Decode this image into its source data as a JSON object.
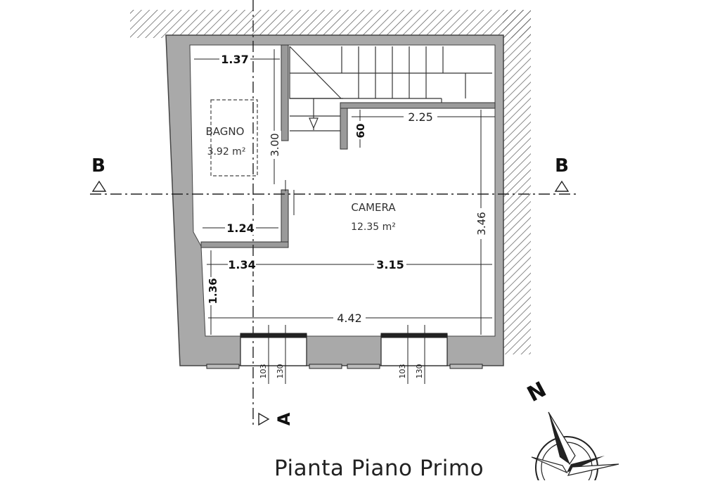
{
  "plan": {
    "title": "Pianta Piano Primo",
    "rooms": [
      {
        "name": "BAGNO",
        "area": "3.92 m²"
      },
      {
        "name": "CAMERA",
        "area": "12.35 m²"
      }
    ],
    "dimensions": {
      "bagno_width_top": "1.37",
      "bagno_height": "3.00",
      "bagno_width_bottom": "1.24",
      "stair_landing": "2.25",
      "stair_depth": "60",
      "camera_height": "3.46",
      "lower_left_width": "1.34",
      "camera_width": "3.15",
      "lower_left_height": "1.36",
      "total_width": "4.42",
      "window_1_a": "103",
      "window_1_b": "130",
      "window_2_a": "103",
      "window_2_b": "130"
    },
    "section_marks": {
      "left": "B",
      "right": "B",
      "bottom": "A"
    },
    "compass_label": "N"
  }
}
